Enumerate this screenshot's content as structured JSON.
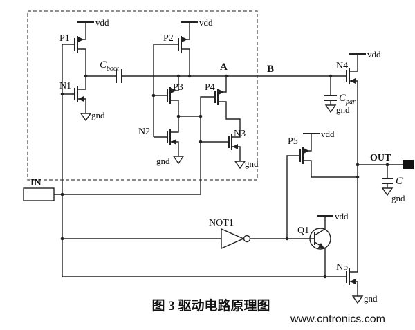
{
  "figure": {
    "caption": "图 3 驱动电路原理图",
    "watermark": "www.cntronics.com",
    "watermark_color": "#8fd9a4"
  },
  "terminals": {
    "in": "IN",
    "out": "OUT"
  },
  "nodes": {
    "a": "A",
    "b": "B"
  },
  "power": {
    "vdd": "vdd",
    "gnd": "gnd"
  },
  "transistors": {
    "p1": "P1",
    "p2": "P2",
    "p3": "P3",
    "p4": "P4",
    "p5": "P5",
    "n1": "N1",
    "n2": "N2",
    "n3": "N3",
    "n4": "N4",
    "n5": "N5"
  },
  "gates": {
    "not1": "NOT1",
    "q1": "Q1"
  },
  "capacitors": {
    "cboot": {
      "main": "C",
      "sub": "boot"
    },
    "cpar": {
      "main": "C",
      "sub": "par"
    },
    "cout": {
      "main": "C",
      "sub": ""
    }
  }
}
